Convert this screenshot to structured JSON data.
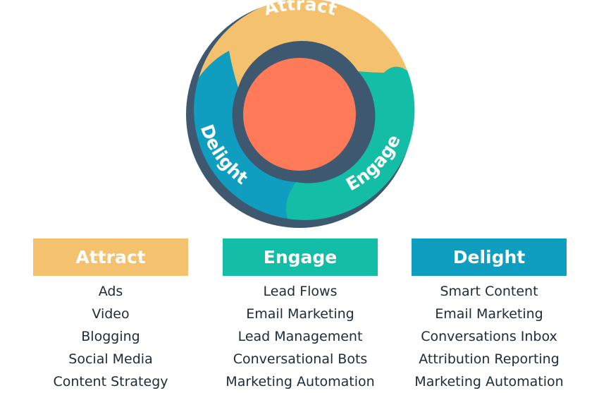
{
  "flywheel": {
    "stages": [
      "Attract",
      "Engage",
      "Delight"
    ],
    "colors": {
      "attract": "#f4c26e",
      "engage": "#14bea6",
      "delight": "#0f9ec0",
      "hub": "#ff7a59",
      "outline": "#3e5870"
    }
  },
  "columns": [
    {
      "title": "Attract",
      "items": [
        "Ads",
        "Video",
        "Blogging",
        "Social Media",
        "Content Strategy"
      ]
    },
    {
      "title": "Engage",
      "items": [
        "Lead Flows",
        "Email Marketing",
        "Lead Management",
        "Conversational Bots",
        "Marketing Automation"
      ]
    },
    {
      "title": "Delight",
      "items": [
        "Smart Content",
        "Email Marketing",
        "Conversations Inbox",
        "Attribution Reporting",
        "Marketing Automation"
      ]
    }
  ]
}
